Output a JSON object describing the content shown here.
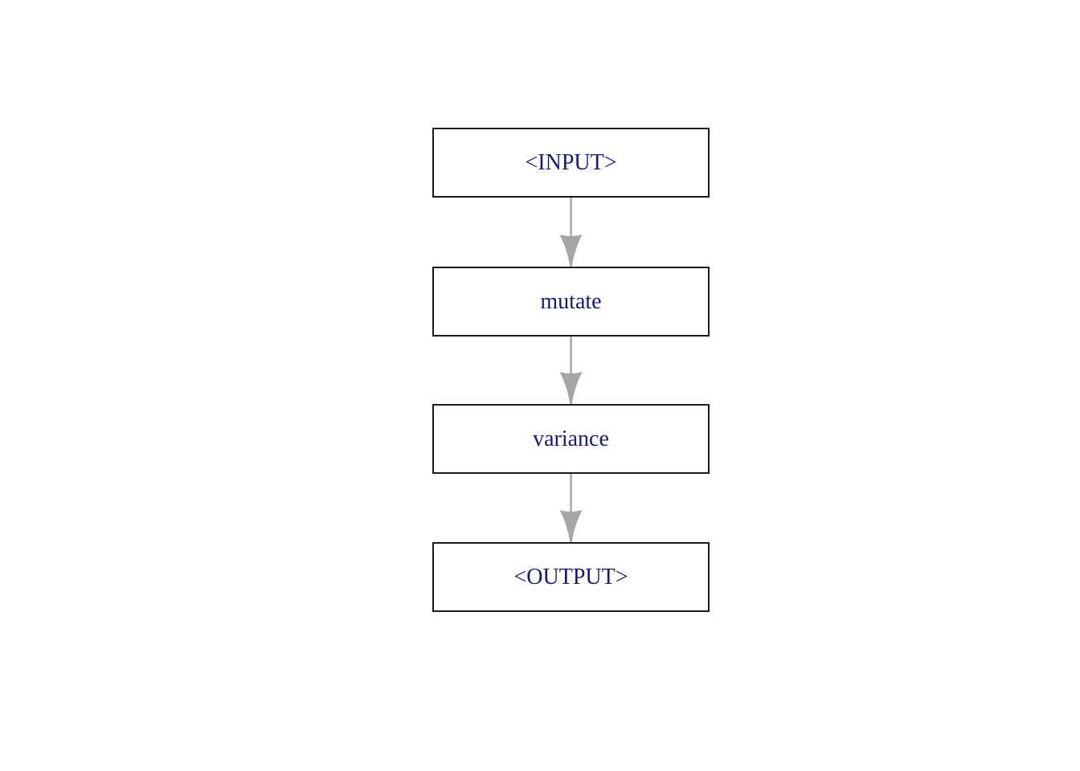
{
  "diagram": {
    "type": "flowchart",
    "direction": "top-down",
    "nodes": [
      {
        "id": "input",
        "label": "<INPUT>",
        "shape": "rectangle"
      },
      {
        "id": "mutate",
        "label": "mutate",
        "shape": "rectangle"
      },
      {
        "id": "variance",
        "label": "variance",
        "shape": "rectangle"
      },
      {
        "id": "output",
        "label": "<OUTPUT>",
        "shape": "rectangle"
      }
    ],
    "edges": [
      {
        "from": "input",
        "to": "mutate"
      },
      {
        "from": "mutate",
        "to": "variance"
      },
      {
        "from": "variance",
        "to": "output"
      }
    ]
  },
  "colors": {
    "background": "#ffffff",
    "node_fill": "#ffffff",
    "node_border": "#1a1a1a",
    "label_text": "#191970",
    "arrow": "#a6a6a6"
  }
}
